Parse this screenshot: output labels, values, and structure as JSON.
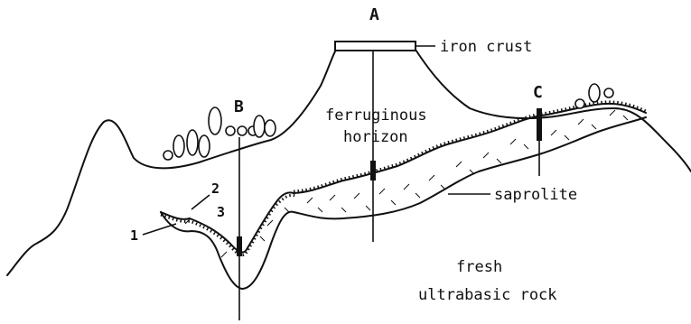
{
  "labels": {
    "a": "A",
    "b": "B",
    "c": "C",
    "iron_crust": "iron crust",
    "ferruginous_1": "ferruginous",
    "ferruginous_2": "horizon",
    "saprolite": "saprolite",
    "fresh_1": "fresh",
    "fresh_2": "ultrabasic rock",
    "n1": "1",
    "n2": "2",
    "n3": "3"
  }
}
